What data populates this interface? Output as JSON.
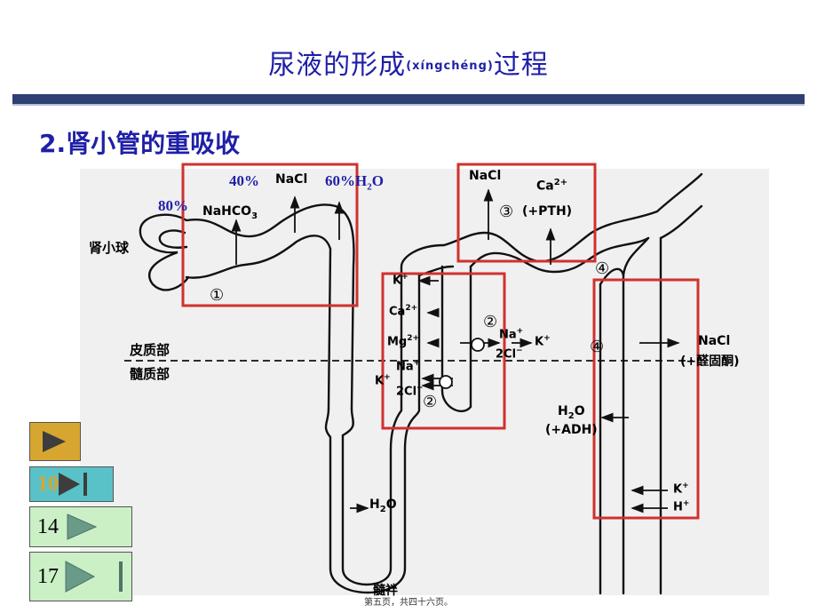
{
  "title": {
    "main_pre": "尿液的形成",
    "pinyin": "(xíngchéng)",
    "main_post": "过程"
  },
  "subtitle": "2.肾小管的重吸收",
  "diagram": {
    "glomerulus_label": "肾小球",
    "cortex_label": "皮质部",
    "medulla_label": "髓质部",
    "loop_label": "髓袢",
    "box1": {
      "pct80": "80%",
      "pct40": "40%",
      "pct60": "60%",
      "nacl": "NaCl",
      "h2o_60": "H",
      "h2o_60_sub": "2",
      "h2o_60_tail": "O",
      "nahco3": "NaHCO",
      "nahco3_sub": "3",
      "circle": "①"
    },
    "box2": {
      "k_out": "K",
      "k_out_sup": "+",
      "ca": "Ca",
      "ca_sup": "2+",
      "mg": "Mg",
      "mg_sup": "2+",
      "na_left": "Na",
      "na_left_sup": "+",
      "k_left": "K",
      "k_left_sup": "+",
      "cl_left": "2Cl",
      "cl_left_sup": "−",
      "circle_top": "②",
      "circle_bottom": "②",
      "na_right": "Na",
      "na_right_sup": "+",
      "cl_right": "2Cl",
      "cl_right_sup": "−",
      "k_right": "K",
      "k_right_sup": "+"
    },
    "box3": {
      "nacl": "NaCl",
      "ca": "Ca",
      "ca_sup": "2+",
      "pth": "(+PTH)",
      "circle": "③"
    },
    "box4": {
      "circle_top": "④",
      "circle_mid": "④",
      "nacl": "NaCl",
      "aldo": "(+醛固酮)",
      "h2o": "H",
      "h2o_sub": "2",
      "h2o_tail": "O",
      "adh": "(+ADH)",
      "k": "K",
      "k_sup": "+",
      "h": "H",
      "h_sup": "+"
    },
    "loop_h2o": "H",
    "loop_h2o_sub": "2",
    "loop_h2o_tail": "O"
  },
  "nav": {
    "btn2": "10",
    "btn3": "14",
    "btn4": "17"
  },
  "footer": "第五页，共四十六页。",
  "colors": {
    "title": "#1f1fa8",
    "rule": "#2d3f73",
    "box": "#d0312d",
    "diagram_bg": "#f0f0f0",
    "nav1": "#d6a630",
    "nav2": "#59c2c8",
    "nav_green": "#cbf0c6"
  }
}
